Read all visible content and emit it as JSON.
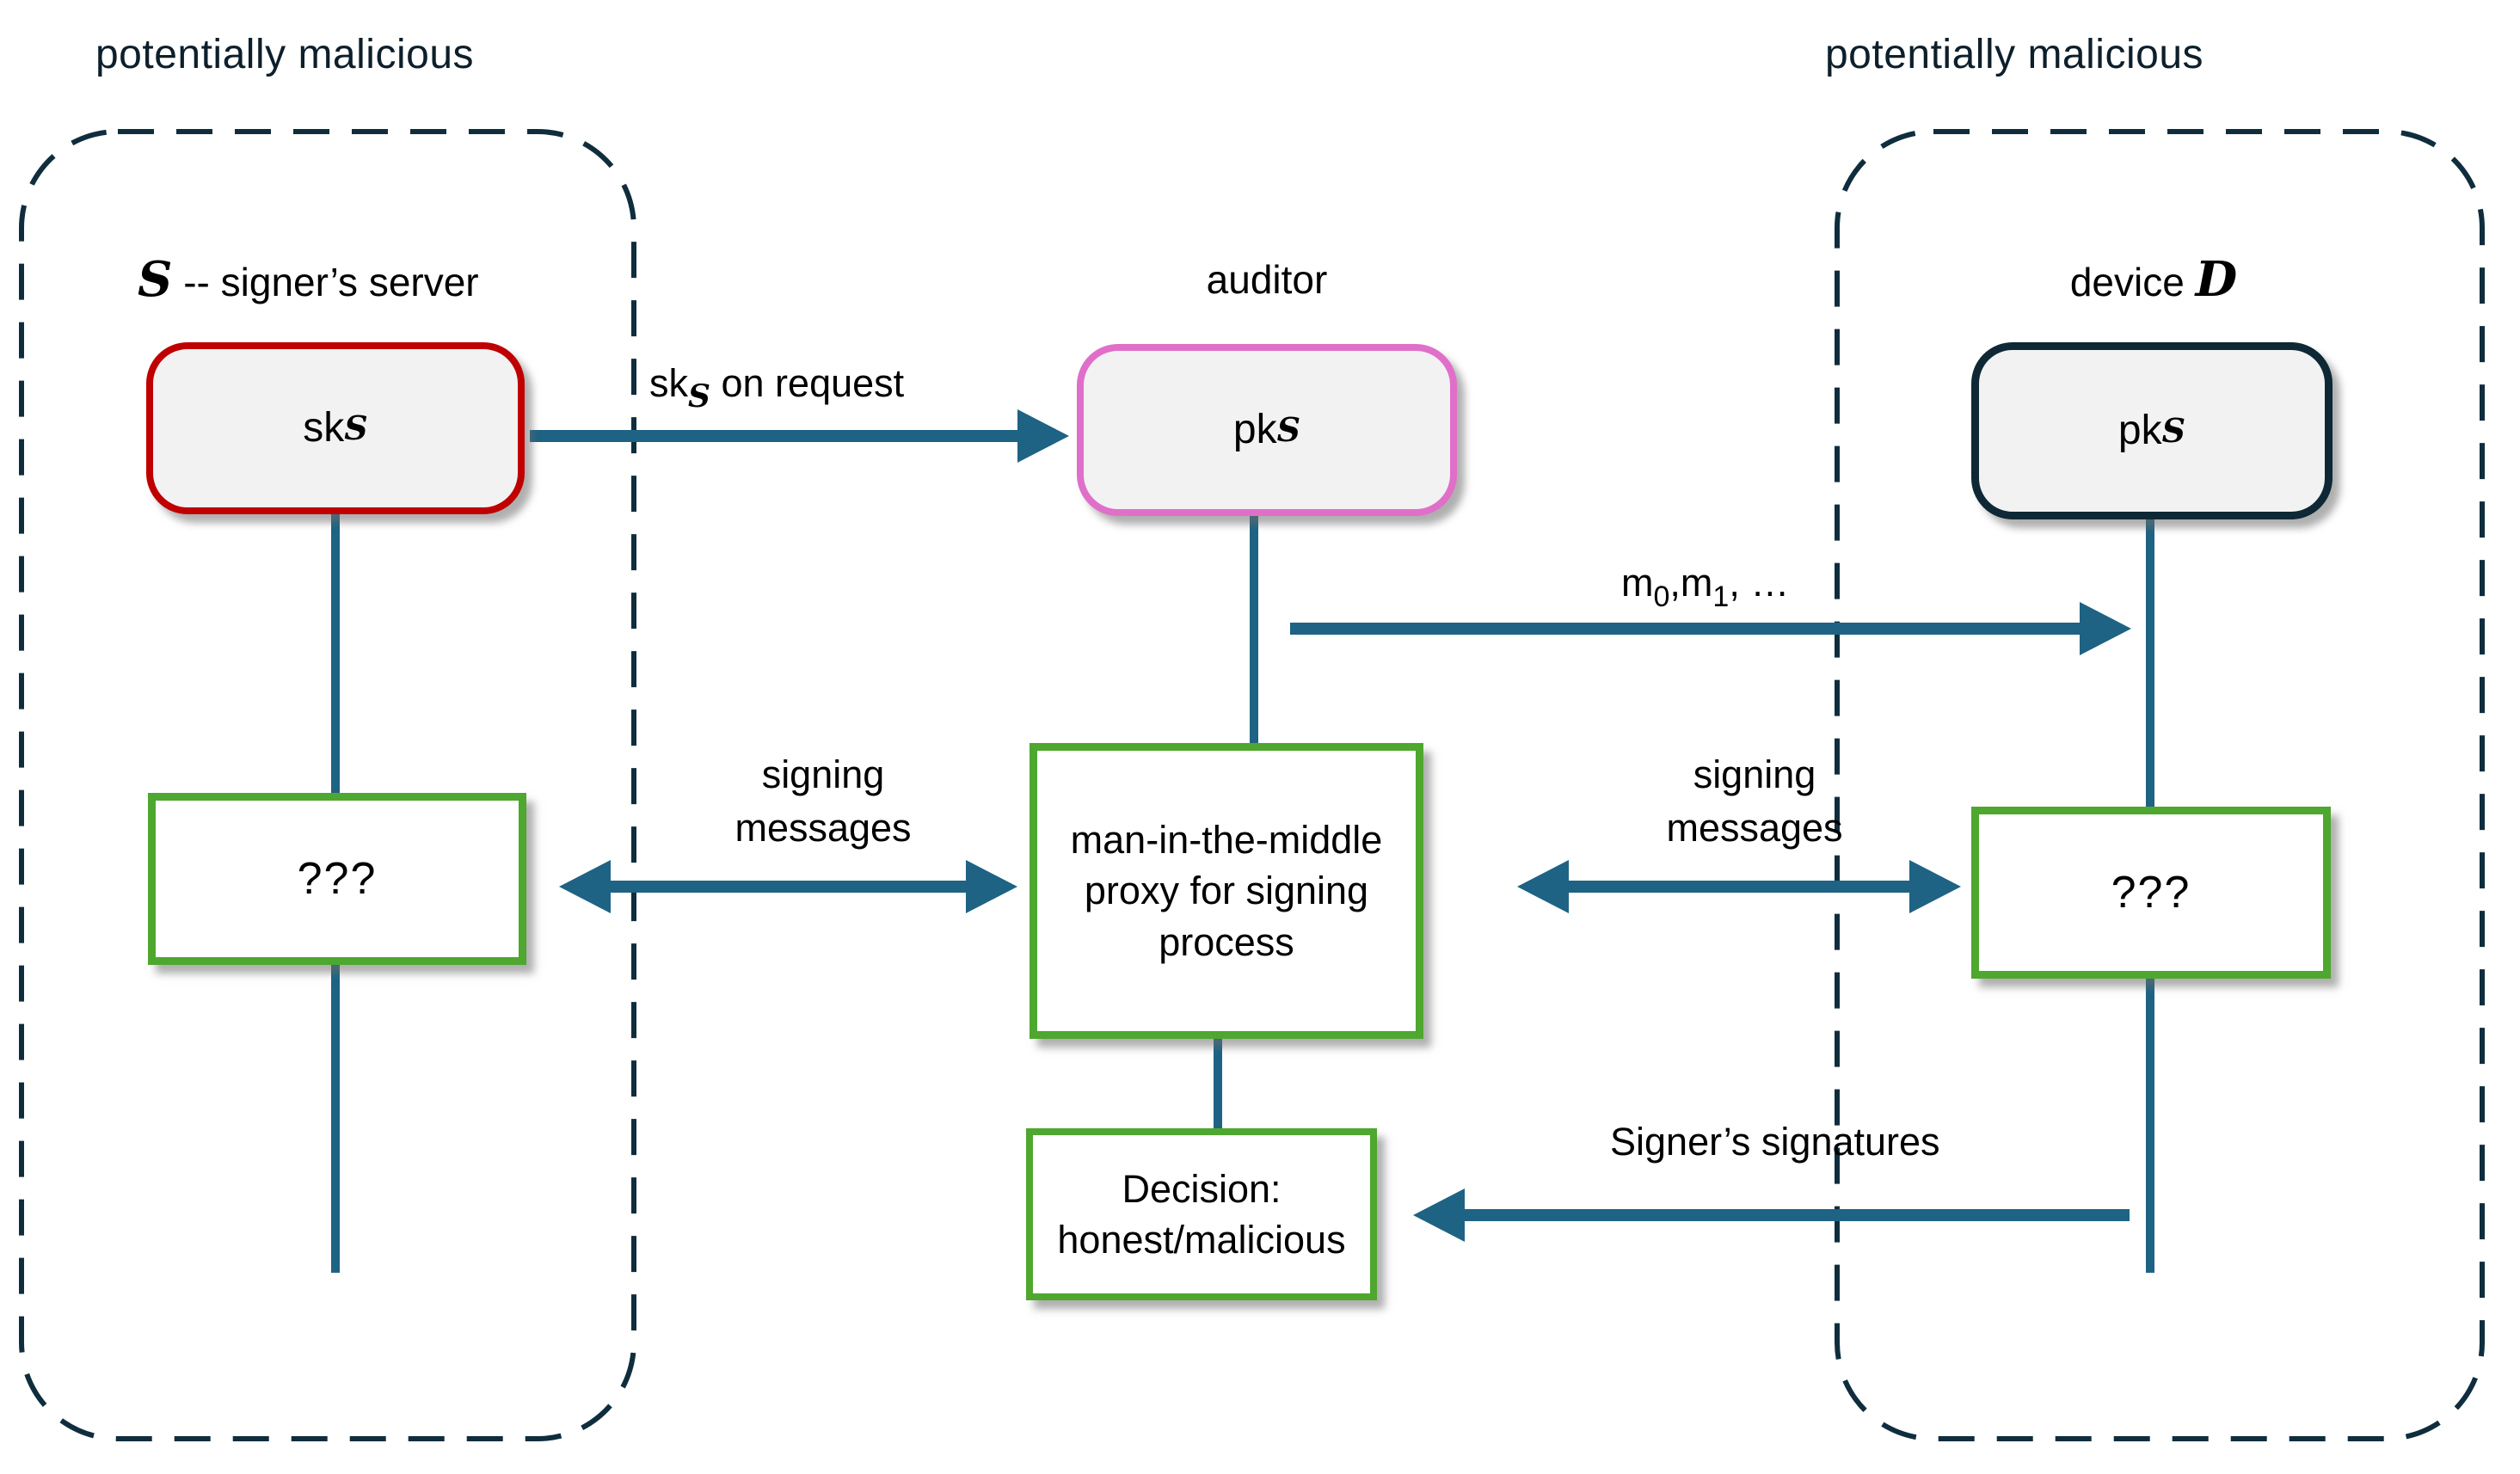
{
  "regions": {
    "left": {
      "tag": "potentially malicious",
      "title_script": "S",
      "title_rest": " -- signer’s server"
    },
    "middle": {
      "auditor_label": "auditor"
    },
    "right": {
      "tag": "potentially malicious",
      "title_rest": "device ",
      "title_script": "D"
    }
  },
  "boxes": {
    "sk_server": {
      "base": "sk",
      "sub": "S"
    },
    "pk_auditor": {
      "base": "pk",
      "sub": "S"
    },
    "pk_device": {
      "base": "pk",
      "sub": "S"
    },
    "unknown_left": {
      "label": "???"
    },
    "unknown_right": {
      "label": "???"
    },
    "proxy": {
      "label": "man-in-the-middle proxy for signing process"
    },
    "decision": {
      "label": "Decision: honest/malicious"
    }
  },
  "arrow_labels": {
    "sk_on_request": {
      "base": "sk",
      "sub": "S",
      "rest": " on request"
    },
    "messages": {
      "base1": "m",
      "sub1": "0",
      "base2": ",m",
      "sub2": "1",
      "rest": ", …"
    },
    "signing_left": {
      "label": "signing messages"
    },
    "signing_right": {
      "label": "signing messages"
    },
    "signatures": {
      "label": "Signer’s signatures"
    }
  },
  "colors": {
    "dashed_border": "#0f2d3d",
    "connector_teal": "#1e6383",
    "sk_border_red": "#c00000",
    "pk_auditor_border_pink": "#e06fc9",
    "pk_device_border_navy": "#0e2836",
    "green_border": "#4ea72e",
    "key_fill": "#f2f2f2",
    "text": "#000000"
  }
}
